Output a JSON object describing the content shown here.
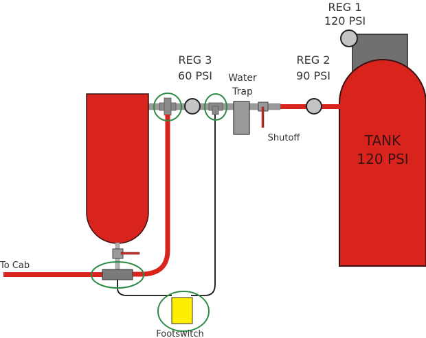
{
  "diagram": {
    "type": "pneumatic-schematic",
    "colors": {
      "air_line": "#d9241e",
      "tank_fill": "#d9241e",
      "fitting_gray": "#9a9a9a",
      "dark_gray": "#707070",
      "gauge_fill": "#c4c4c4",
      "highlight_circle": "#2e8b45",
      "footswitch_fill": "#ffee00",
      "outline": "#222222"
    },
    "labels": {
      "reg1_name": "REG 1",
      "reg1_psi": "120 PSI",
      "reg2_name": "REG 2",
      "reg2_psi": "90 PSI",
      "reg3_name": "REG 3",
      "reg3_psi": "60 PSI",
      "water_trap_1": "Water",
      "water_trap_2": "Trap",
      "shutoff": "Shutoff",
      "tank_name": "TANK",
      "tank_psi": "120 PSI",
      "to_cab": "To Cab",
      "footswitch": "Footswitch"
    },
    "components": [
      {
        "id": "main-tank",
        "label": "TANK",
        "pressure_psi": 120
      },
      {
        "id": "reg1",
        "label": "REG 1",
        "pressure_psi": 120
      },
      {
        "id": "reg2",
        "label": "REG 2",
        "pressure_psi": 90
      },
      {
        "id": "reg3",
        "label": "REG 3",
        "pressure_psi": 60
      },
      {
        "id": "water-trap",
        "label": "Water Trap"
      },
      {
        "id": "shutoff",
        "label": "Shutoff"
      },
      {
        "id": "accumulator-tank",
        "label": ""
      },
      {
        "id": "footswitch",
        "label": "Footswitch"
      },
      {
        "id": "to-cab",
        "label": "To Cab"
      }
    ],
    "highlighted_fittings": 4
  }
}
